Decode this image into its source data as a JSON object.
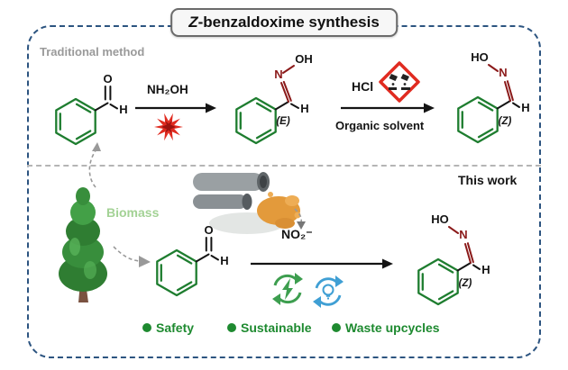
{
  "title": {
    "prefix": "Z",
    "rest": "-benzaldoxime synthesis"
  },
  "traditional": {
    "section_label": "Traditional method",
    "step1_reagent": "NH₂OH",
    "step2_reagent": "HCl",
    "step2_condition": "Organic solvent"
  },
  "this_work": {
    "section_label": "This work",
    "biomass_label": "Biomass",
    "reagent": "NO₂⁻"
  },
  "bullets": [
    {
      "label": "Safety"
    },
    {
      "label": "Sustainable"
    },
    {
      "label": "Waste upcycles"
    }
  ],
  "atoms": {
    "O": "O",
    "H": "H",
    "N": "N",
    "OH": "OH",
    "HO": "HO"
  },
  "stereo_labels": {
    "E": "(E)",
    "Z": "(Z)"
  },
  "icons": {
    "explosion": "explosion-hazard",
    "corrosive": "ghs-corrosive-pictogram",
    "tree": "biomass-tree",
    "pipes": "industrial-waste-pipes",
    "electro_recycle": "electricity-recycle",
    "light_recycle": "sustainable-light-bulb"
  },
  "colors": {
    "ring_green": "#1e7d2f",
    "oxime_red": "#8b1a1a",
    "hazard_red": "#e02b20",
    "border_blue": "#2c5480",
    "gray_label": "#9a9a9a",
    "biomass_green": "#a3d295",
    "bullet_green": "#1e8a30",
    "recycle_green": "#3d9e4f",
    "recycle_blue": "#3f9fd4"
  }
}
